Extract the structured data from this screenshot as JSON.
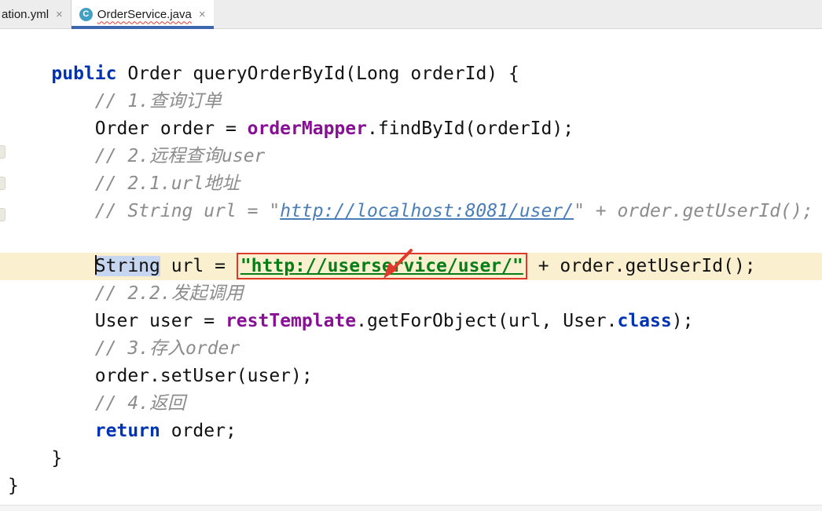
{
  "tabs": {
    "items": [
      {
        "label": "ation.yml",
        "close": "×",
        "active": false,
        "has_error": false
      },
      {
        "label": "OrderService.java",
        "close": "×",
        "active": true,
        "has_error": true,
        "icon_letter": "C"
      }
    ]
  },
  "editor": {
    "file_language": "java",
    "lines": [
      {
        "tokens": [
          {
            "t": "p",
            "s": "    "
          },
          {
            "t": "kw",
            "s": "public"
          },
          {
            "t": "p",
            "s": " Order queryOrderById(Long orderId) {"
          }
        ]
      },
      {
        "tokens": [
          {
            "t": "c",
            "s": "        // 1.查询订单"
          }
        ]
      },
      {
        "tokens": [
          {
            "t": "p",
            "s": "        Order order = "
          },
          {
            "t": "field",
            "s": "orderMapper"
          },
          {
            "t": "p",
            "s": ".findById(orderId);"
          }
        ]
      },
      {
        "tokens": [
          {
            "t": "c",
            "s": "        // 2.远程查询user"
          }
        ]
      },
      {
        "tokens": [
          {
            "t": "c",
            "s": "        // 2.1.url地址"
          }
        ]
      },
      {
        "tokens": [
          {
            "t": "c",
            "s": "        // String url = \""
          },
          {
            "t": "clink",
            "s": "http://localhost:8081/user/",
            "name": "comment-url-link"
          },
          {
            "t": "c",
            "s": "\" + order.getUserId();"
          }
        ]
      },
      {
        "tokens": []
      },
      {
        "highlight": true,
        "tokens": [
          {
            "t": "p",
            "s": "        "
          },
          {
            "t": "sel",
            "s": "String",
            "caret": true,
            "name": "selected-word"
          },
          {
            "t": "p",
            "s": " url = "
          },
          {
            "t": "strbox",
            "s": "\"http://userservice/user/\"",
            "name": "annotated-url-string"
          },
          {
            "t": "p",
            "s": " + order.getUserId();"
          }
        ]
      },
      {
        "tokens": [
          {
            "t": "c",
            "s": "        // 2.2.发起调用"
          }
        ]
      },
      {
        "tokens": [
          {
            "t": "p",
            "s": "        User user = "
          },
          {
            "t": "field",
            "s": "restTemplate"
          },
          {
            "t": "p",
            "s": ".getForObject(url, User."
          },
          {
            "t": "kw",
            "s": "class"
          },
          {
            "t": "p",
            "s": ");"
          }
        ]
      },
      {
        "tokens": [
          {
            "t": "c",
            "s": "        // 3.存入order"
          }
        ]
      },
      {
        "tokens": [
          {
            "t": "p",
            "s": "        order.setUser(user);"
          }
        ]
      },
      {
        "tokens": [
          {
            "t": "c",
            "s": "        // 4.返回"
          }
        ]
      },
      {
        "tokens": [
          {
            "t": "p",
            "s": "        "
          },
          {
            "t": "kw",
            "s": "return"
          },
          {
            "t": "p",
            "s": " order;"
          }
        ]
      },
      {
        "tokens": [
          {
            "t": "p",
            "s": "    }"
          }
        ]
      },
      {
        "tokens": [
          {
            "t": "p",
            "s": "}"
          }
        ]
      }
    ]
  },
  "colors": {
    "keyword": "#0033B3",
    "string": "#067D17",
    "comment": "#8C8C8C",
    "field": "#871094",
    "comment_link": "#4A7EB8",
    "line_highlight": "#FAF0D0",
    "selection": "#C6D6F0",
    "annotation_red": "#E0382D",
    "tab_accent": "#3E66B0",
    "class_icon": "#41A0C4"
  }
}
